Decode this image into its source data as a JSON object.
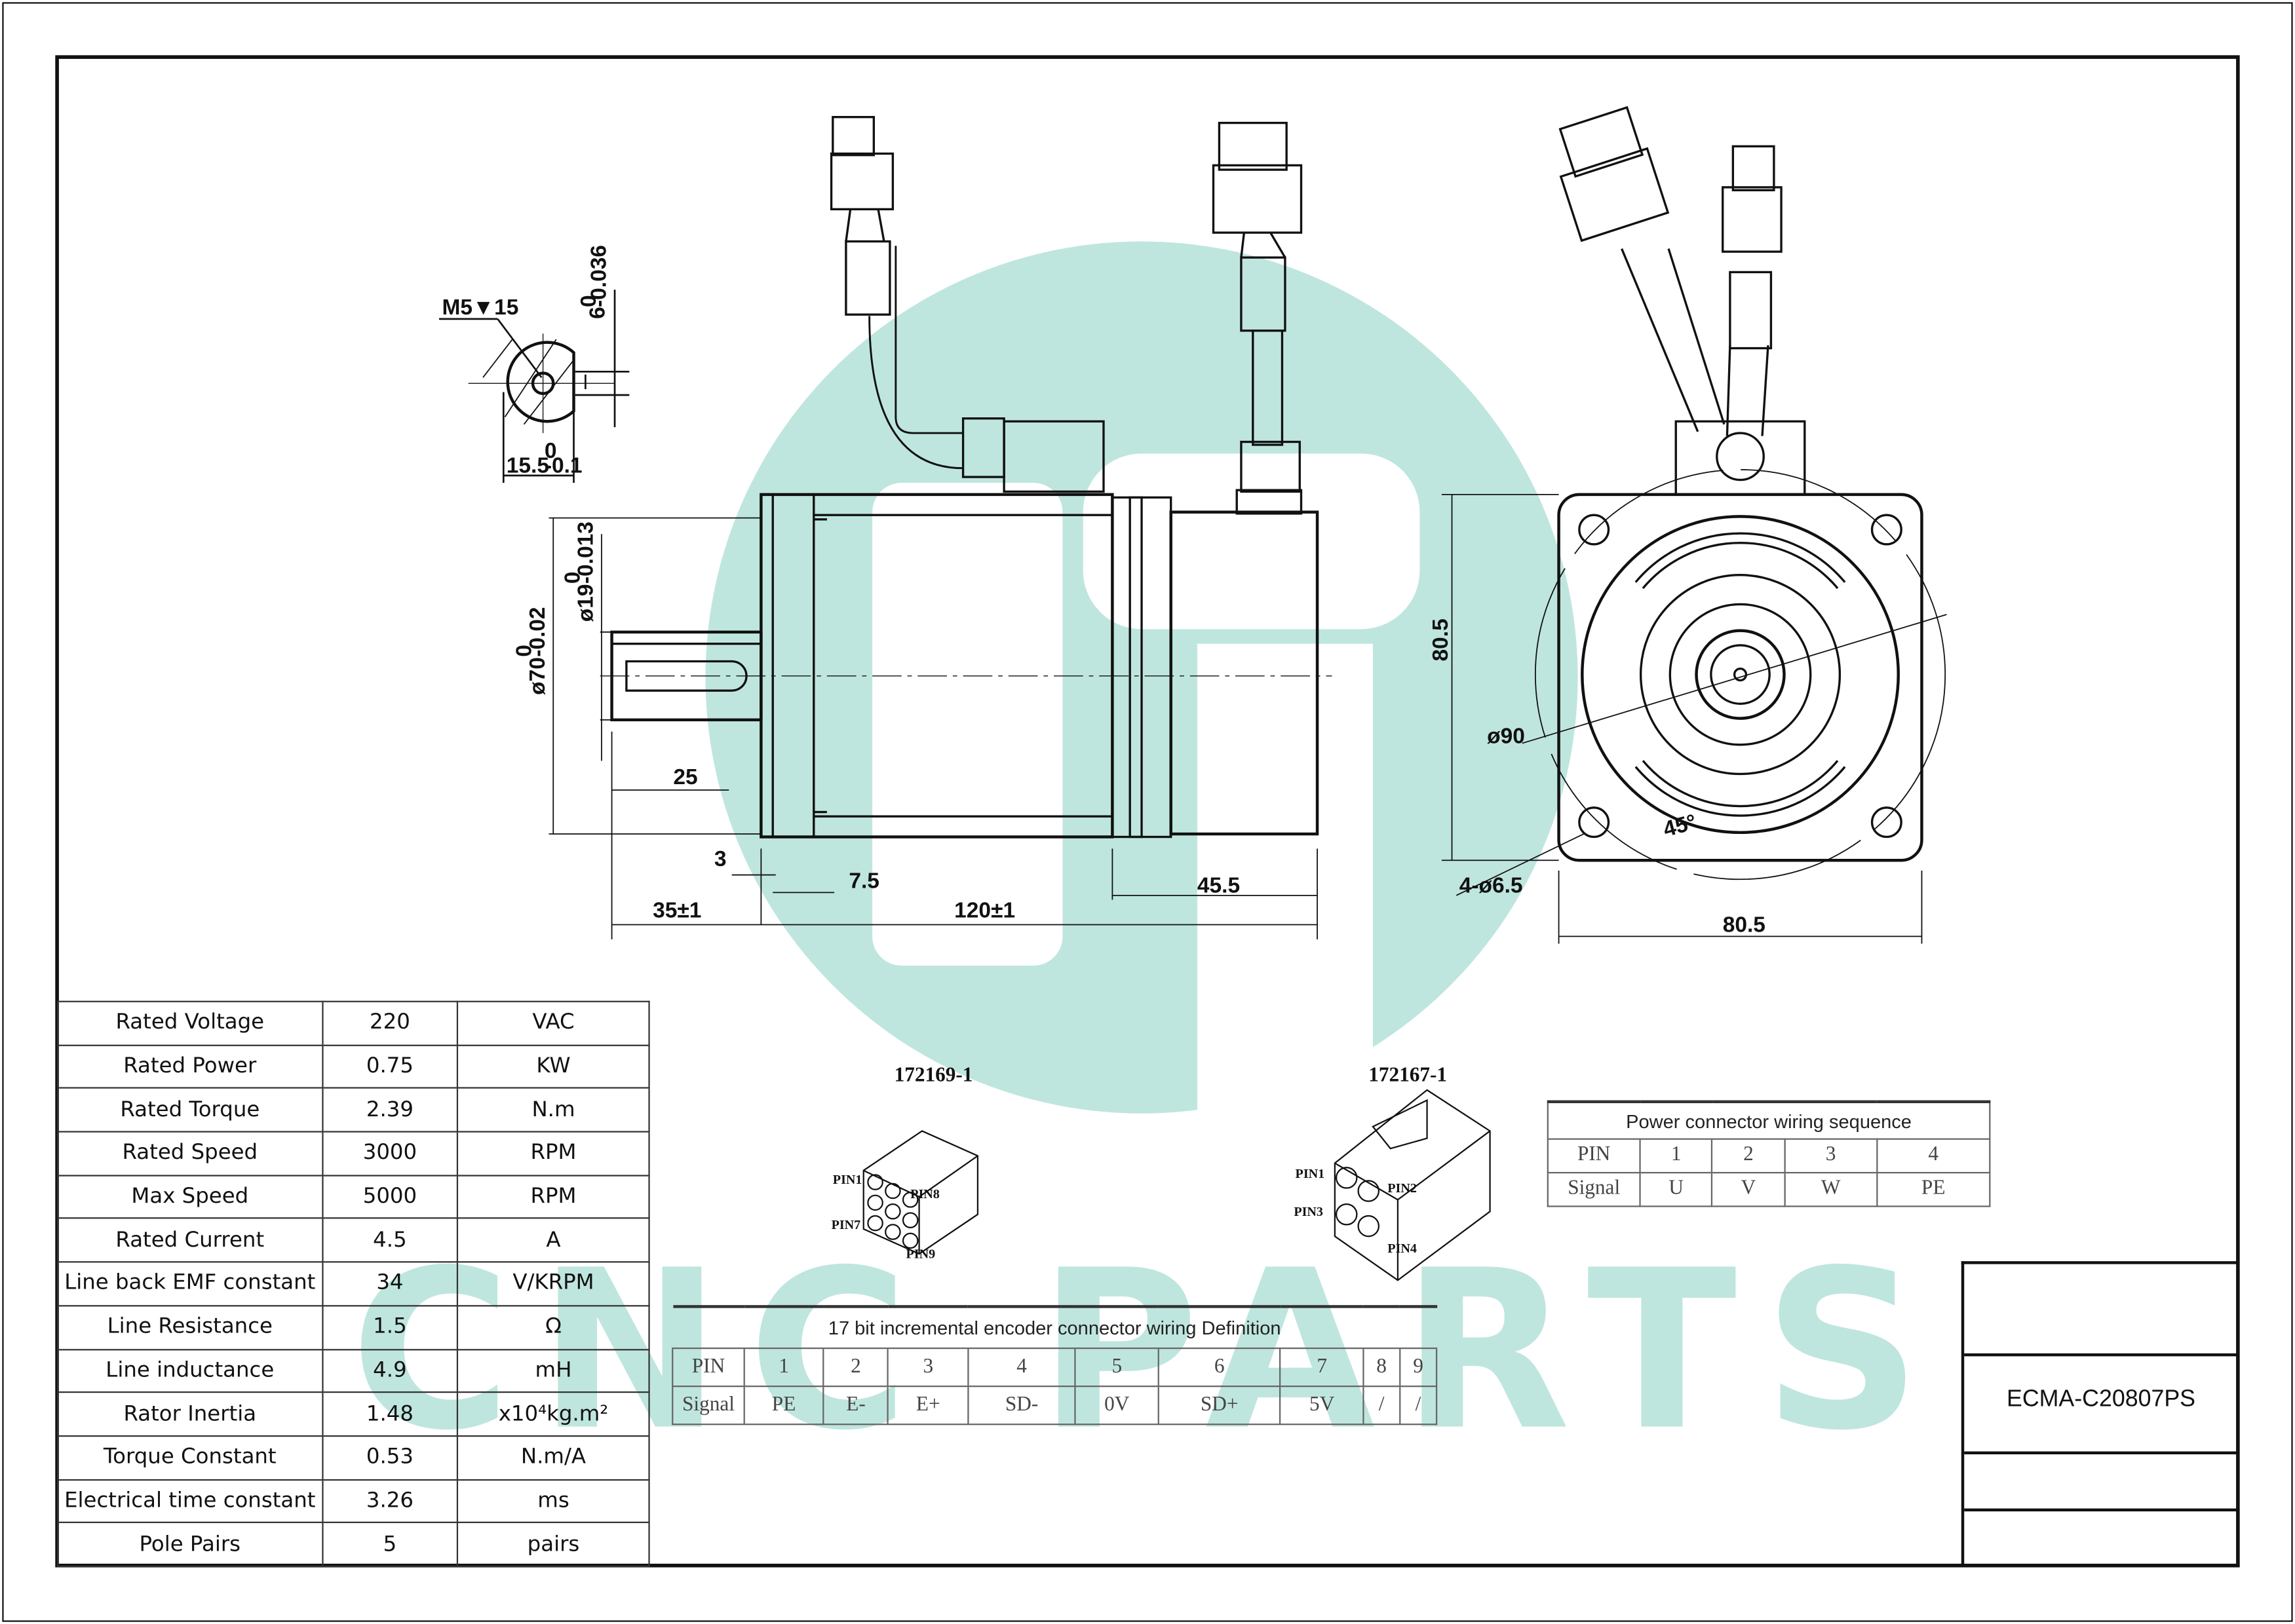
{
  "watermark": {
    "text": "CNC PARTS",
    "color": "#bfe6de"
  },
  "shaft_section": {
    "thread_label": "M5▼15",
    "key_width": "6",
    "key_width_tol_upper": "0",
    "key_width_tol_lower": "-0.036",
    "flat_depth": "15.5",
    "flat_depth_tol_upper": "0",
    "flat_depth_tol_lower": "-0.1"
  },
  "side_view": {
    "pilot_dia": "ø70",
    "pilot_tol_upper": "0",
    "pilot_tol_lower": "-0.02",
    "shaft_dia": "ø19",
    "shaft_tol_upper": "0",
    "shaft_tol_lower": "-0.013",
    "key_length": "25",
    "flange_thickness": "3",
    "pilot_length": "7.5",
    "shaft_length": "35±1",
    "body_length": "120±1",
    "encoder_length": "45.5"
  },
  "front_view": {
    "height": "80.5",
    "width": "80.5",
    "bolt_circle": "ø90",
    "angle": "45°",
    "holes": "4-ø6.5"
  },
  "connectors": {
    "encoder": {
      "part": "172169-1",
      "pins": [
        "PIN1",
        "PIN8",
        "PIN7",
        "PIN9"
      ]
    },
    "power": {
      "part": "172167-1",
      "pins": [
        "PIN1",
        "PIN2",
        "PIN3",
        "PIN4"
      ]
    }
  },
  "spec_table": [
    [
      "Rated Voltage",
      "220",
      "VAC"
    ],
    [
      "Rated Power",
      "0.75",
      "KW"
    ],
    [
      "Rated Torque",
      "2.39",
      "N.m"
    ],
    [
      "Rated Speed",
      "3000",
      "RPM"
    ],
    [
      "Max Speed",
      "5000",
      "RPM"
    ],
    [
      "Rated Current",
      "4.5",
      "A"
    ],
    [
      "Line back EMF constant",
      "34",
      "V/KRPM"
    ],
    [
      "Line Resistance",
      "1.5",
      "Ω"
    ],
    [
      "Line inductance",
      "4.9",
      "mH"
    ],
    [
      "Rator Inertia",
      "1.48",
      "x10⁴kg.m²"
    ],
    [
      "Torque Constant",
      "0.53",
      "N.m/A"
    ],
    [
      "Electrical time constant",
      "3.26",
      "ms"
    ],
    [
      "Pole Pairs",
      "5",
      "pairs"
    ]
  ],
  "encoder_table": {
    "title": "17 bit incremental encoder connector wiring Definition",
    "pin_label": "PIN",
    "signal_label": "Signal",
    "pins": [
      "1",
      "2",
      "3",
      "4",
      "5",
      "6",
      "7",
      "8",
      "9"
    ],
    "signals": [
      "PE",
      "E-",
      "E+",
      "SD-",
      "0V",
      "SD+",
      "5V",
      "/",
      "/"
    ]
  },
  "power_table": {
    "title": "Power connector wiring sequence",
    "pin_label": "PIN",
    "signal_label": "Signal",
    "pins": [
      "1",
      "2",
      "3",
      "4"
    ],
    "signals": [
      "U",
      "V",
      "W",
      "PE"
    ]
  },
  "title_block": {
    "model": "ECMA-C20807PS"
  }
}
